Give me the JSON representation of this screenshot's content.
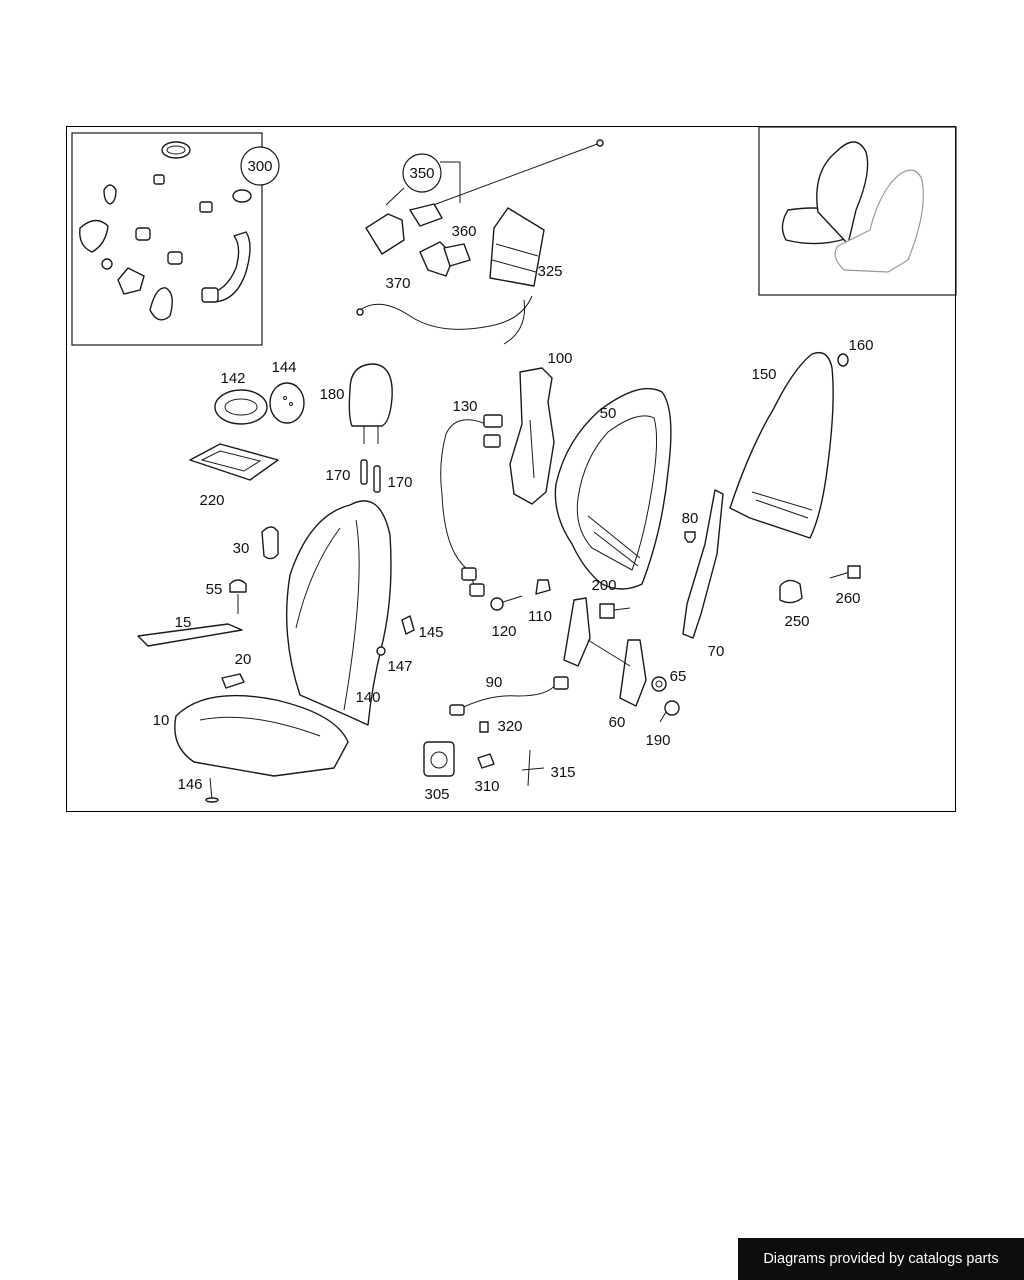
{
  "callouts": {
    "c300": "300",
    "c350": "350",
    "c360": "360",
    "c370": "370",
    "c325": "325",
    "c100": "100",
    "c142": "142",
    "c144": "144",
    "c180": "180",
    "c130": "130",
    "c50": "50",
    "c150": "150",
    "c160": "160",
    "c220": "220",
    "c170a": "170",
    "c170b": "170",
    "c30": "30",
    "c80": "80",
    "c55": "55",
    "c200": "200",
    "c260": "260",
    "c110": "110",
    "c120": "120",
    "c250": "250",
    "c15": "15",
    "c145": "145",
    "c70": "70",
    "c20": "20",
    "c147": "147",
    "c65": "65",
    "c90": "90",
    "c140": "140",
    "c60": "60",
    "c10": "10",
    "c320": "320",
    "c190": "190",
    "c315": "315",
    "c146": "146",
    "c310": "310",
    "c305": "305"
  },
  "footer": {
    "text": "Diagrams provided by catalogs parts"
  },
  "colors": {
    "line": "#1a1a1a",
    "footer_bg": "#0d0d0d",
    "footer_text": "#ffffff"
  }
}
